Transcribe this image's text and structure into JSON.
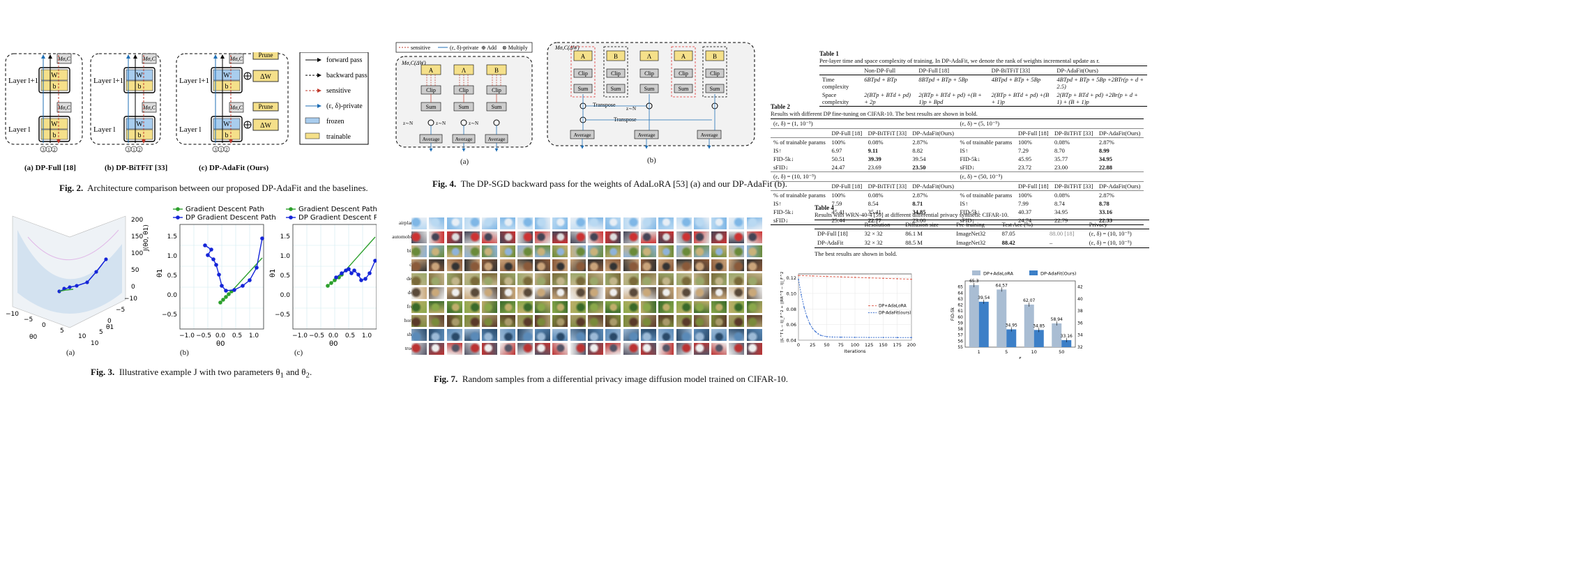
{
  "fig2": {
    "caption_label": "Fig. 2.",
    "caption_text": "Architecture comparison between our proposed DP-AdaFit and the baselines.",
    "panels": [
      {
        "label": "(a) DP-Full [18]"
      },
      {
        "label": "(b) DP-BiTFiT [33]"
      },
      {
        "label": "(c) DP-AdaFit (Ours)"
      }
    ],
    "layer_top": "Layer l+1",
    "layer_bottom": "Layer l",
    "w": "W",
    "b": "b",
    "dw": "ΔW",
    "m": "M",
    "m_sub": "σ,C",
    "prune": "Prune",
    "circles": [
      "3",
      "1",
      "2"
    ],
    "legend": [
      {
        "label": "forward pass"
      },
      {
        "label": "backward pass"
      },
      {
        "label": "sensitive"
      },
      {
        "label": "(ε, δ)-private"
      },
      {
        "label": "frozen"
      },
      {
        "label": "trainable"
      }
    ]
  },
  "fig4": {
    "caption_label": "Fig. 4.",
    "caption_text": "The DP-SGD backward pass for the weights of AdaLoRA [53] (a) and our DP-AdaFit (b).",
    "legend": [
      "sensitive",
      "(ε, δ)-private",
      "Add",
      "Multiply"
    ],
    "m_label": "M",
    "m_sub": "σ,C",
    "m_arg": "(ΔW)",
    "a_blocks": [
      "A",
      "Λ",
      "B"
    ],
    "b_blocks": [
      "A",
      "B",
      "Λ",
      "A",
      "B"
    ],
    "clip": "Clip",
    "sum": "Sum",
    "average": "Average",
    "noise": "z∼N",
    "transpose": "Transpose",
    "sub_a": "(a)",
    "sub_b": "(b)"
  },
  "fig3": {
    "caption_label": "Fig. 3.",
    "caption_text": "Illustrative example J with two parameters θ",
    "caption_mid": " and θ",
    "caption_end": ".",
    "sub_a": "(a)",
    "sub_b": "(b)",
    "sub_c": "(c)",
    "legend_gd": "Gradient Descent Path",
    "legend_dp": "DP Gradient Descent Path",
    "ticks_z": [
      "200",
      "150",
      "100",
      "50",
      "0"
    ],
    "ticks_y3d": [
      "10",
      "5",
      "0",
      "−5",
      "−10"
    ],
    "ticks_x3d": [
      "−10",
      "−5",
      "0",
      "5",
      "10"
    ],
    "zlabel": "J(θ0, θ1)",
    "xlabel3d": "θ0",
    "ylabel3d": "θ1",
    "b_yticks": [
      "1.5",
      "1.0",
      "0.5",
      "0.0",
      "−0.5"
    ],
    "b_xticks": [
      "−1.0",
      "−0.5",
      "0.0",
      "0.5",
      "1.0"
    ],
    "c_yticks": [
      "1.5",
      "1.0",
      "0.5",
      "0.0",
      "−0.5"
    ],
    "c_xticks": [
      "−1.0",
      "−0.5",
      "0.0",
      "0.5",
      "1.0"
    ],
    "xlabel": "θ0",
    "ylabel": "θ1"
  },
  "fig7": {
    "caption_label": "Fig. 7.",
    "caption_text": "Random samples from a differential privacy image diffusion model trained on CIFAR-10.",
    "classes": [
      "airplane",
      "automobile",
      "bird",
      "cat",
      "deer",
      "dog",
      "frog",
      "horse",
      "ship",
      "truck"
    ]
  },
  "table1": {
    "title": "Table 1",
    "desc": "Per-layer time and space complexity of training. In DP-AdaFit, we denote the rank of weights incremental update as r.",
    "headers": [
      "",
      "Non-DP-Full",
      "DP-Full [18]",
      "DP-BiTFiT [33]",
      "DP-AdaFit(Ours)"
    ],
    "rows": [
      [
        "Time complexity",
        "6BTpd + BTp",
        "8BTpd + BTp + 5Bp",
        "4BTpd + BTp + 5Bp",
        "4BTpd + BTp + 5Bp +2BTr(p + d + 2.5)"
      ],
      [
        "Space complexity",
        "2(BTp + BTd + pd) + 2p",
        "2(BTp + BTd + pd) +(B + 1)p + Bpd",
        "2(BTp + BTd + pd) +(B + 1)p",
        "2(BTp + BTd + pd) +2Br(p + d + 1) + (B + 1)p"
      ]
    ]
  },
  "table2": {
    "title": "Table 2",
    "desc": "Results with different DP fine-tuning on CIFAR-10. The best results are shown in bold.",
    "blocks": [
      {
        "left_eps": "(ε, δ) = (1, 10⁻⁵)",
        "right_eps": "(ε, δ) = (5, 10⁻⁵)",
        "left_rows": [
          [
            "% of trainable params",
            "100%",
            "0.08%",
            "2.87%"
          ],
          [
            "IS↑",
            "6.97",
            "9.11",
            "8.82"
          ],
          [
            "FID-5k↓",
            "50.51",
            "39.39",
            "39.54"
          ],
          [
            "sFID↓",
            "24.47",
            "23.69",
            "23.50"
          ]
        ],
        "right_rows": [
          [
            "% of trainable params",
            "100%",
            "0.08%",
            "2.87%"
          ],
          [
            "IS↑",
            "7.29",
            "8.70",
            "8.99"
          ],
          [
            "FID-5k↓",
            "45.95",
            "35.77",
            "34.95"
          ],
          [
            "sFID↓",
            "23.72",
            "23.00",
            "22.88"
          ]
        ],
        "left_bold": [
          [
            1,
            2
          ],
          [
            2,
            2
          ],
          [
            3,
            3
          ]
        ],
        "right_bold": [
          [
            1,
            3
          ],
          [
            2,
            3
          ],
          [
            3,
            3
          ]
        ]
      },
      {
        "left_eps": "(ε, δ) = (10, 10⁻⁵)",
        "right_eps": "(ε, δ) = (50, 10⁻⁵)",
        "left_rows": [
          [
            "% of trainable params",
            "100%",
            "0.08%",
            "2.87%"
          ],
          [
            "IS↑",
            "7.59",
            "8.54",
            "8.71"
          ],
          [
            "FID-5k↓",
            "45.41",
            "35.41",
            "34.85"
          ],
          [
            "sFID↓",
            "25.44",
            "22.77",
            "23.00"
          ]
        ],
        "right_rows": [
          [
            "% of trainable params",
            "100%",
            "0.08%",
            "2.87%"
          ],
          [
            "IS↑",
            "7.99",
            "8.74",
            "8.78"
          ],
          [
            "FID-5k↓",
            "40.37",
            "34.95",
            "33.16"
          ],
          [
            "sFID↓",
            "24.74",
            "22.79",
            "22.33"
          ]
        ],
        "left_bold": [
          [
            1,
            3
          ],
          [
            2,
            3
          ],
          [
            3,
            2
          ]
        ],
        "right_bold": [
          [
            1,
            3
          ],
          [
            2,
            3
          ],
          [
            3,
            3
          ]
        ]
      }
    ],
    "col_headers": [
      "DP-Full [18]",
      "DP-BiTFiT [33]",
      "DP-AdaFit(Ours)"
    ]
  },
  "table4": {
    "title": "Table 4",
    "desc": "Results with WRN-40-4 [59] at different differential privacy synthetic CIFAR-10.",
    "headers": [
      "",
      "Resolution",
      "Diffusion size",
      "Pre-training",
      "Test Acc (%)",
      "",
      "Privacy"
    ],
    "rows": [
      [
        "DP-Full [18]",
        "32 × 32",
        "86.1 M",
        "ImageNet32",
        "87.05",
        "88.00 [18]",
        "(ε, δ) = (10, 10⁻⁵)"
      ],
      [
        "DP-AdaFit",
        "32 × 32",
        "88.5 M",
        "ImageNet32",
        "88.42",
        "–",
        "(ε, δ) = (10, 10⁻⁵)"
      ]
    ],
    "note": "The best results are shown in bold."
  },
  "chart_data": [
    {
      "type": "line",
      "title": "",
      "xlabel": "Iterations",
      "ylabel": "||L^T L − I||_F^2 + ||RR^T − I||_F^2",
      "xlim": [
        0,
        200
      ],
      "ylim": [
        0.04,
        0.125
      ],
      "xticks": [
        "0",
        "25",
        "50",
        "75",
        "100",
        "125",
        "150",
        "175",
        "200"
      ],
      "yticks": [
        "0.12",
        "0.10",
        "0.08",
        "0.06",
        "0.04"
      ],
      "legend": "top-right",
      "series": [
        {
          "name": "DP+AdaLoRA",
          "color": "#e06050",
          "x": [
            0,
            25,
            50,
            75,
            100,
            125,
            150,
            175,
            200
          ],
          "y": [
            0.123,
            0.1224,
            0.1218,
            0.1212,
            0.1206,
            0.12,
            0.1194,
            0.1188,
            0.1182
          ]
        },
        {
          "name": "DP-AdaFit(ours)",
          "color": "#3a6fd0",
          "x": [
            0,
            5,
            10,
            15,
            20,
            25,
            30,
            35,
            40,
            50,
            60,
            75,
            100,
            125,
            150,
            175,
            200
          ],
          "y": [
            0.118,
            0.098,
            0.082,
            0.07,
            0.061,
            0.055,
            0.051,
            0.048,
            0.046,
            0.0445,
            0.044,
            0.0438,
            0.0436,
            0.0435,
            0.0435,
            0.0434,
            0.0434
          ]
        }
      ]
    },
    {
      "type": "bar",
      "title": "",
      "xlabel": "ε",
      "ylabel": "FID-5k",
      "categories": [
        "1",
        "5",
        "10",
        "50"
      ],
      "ylim_left": [
        55,
        66
      ],
      "ylim_right": [
        32,
        43
      ],
      "yticks_left": [
        "65",
        "64",
        "63",
        "62",
        "61",
        "60",
        "59",
        "58",
        "57",
        "56",
        "55"
      ],
      "yticks_right": [
        "42",
        "40",
        "38",
        "36",
        "34",
        "32"
      ],
      "legend": "top",
      "series": [
        {
          "name": "DP+AdaLoRA",
          "color": "#a9bdd3",
          "axis": "left",
          "values": [
            65.3,
            64.57,
            62.07,
            58.94
          ]
        },
        {
          "name": "DP-AdaFit(Ours)",
          "color": "#3c7fc7",
          "axis": "right",
          "values": [
            39.54,
            34.95,
            34.85,
            33.16
          ]
        }
      ]
    }
  ]
}
